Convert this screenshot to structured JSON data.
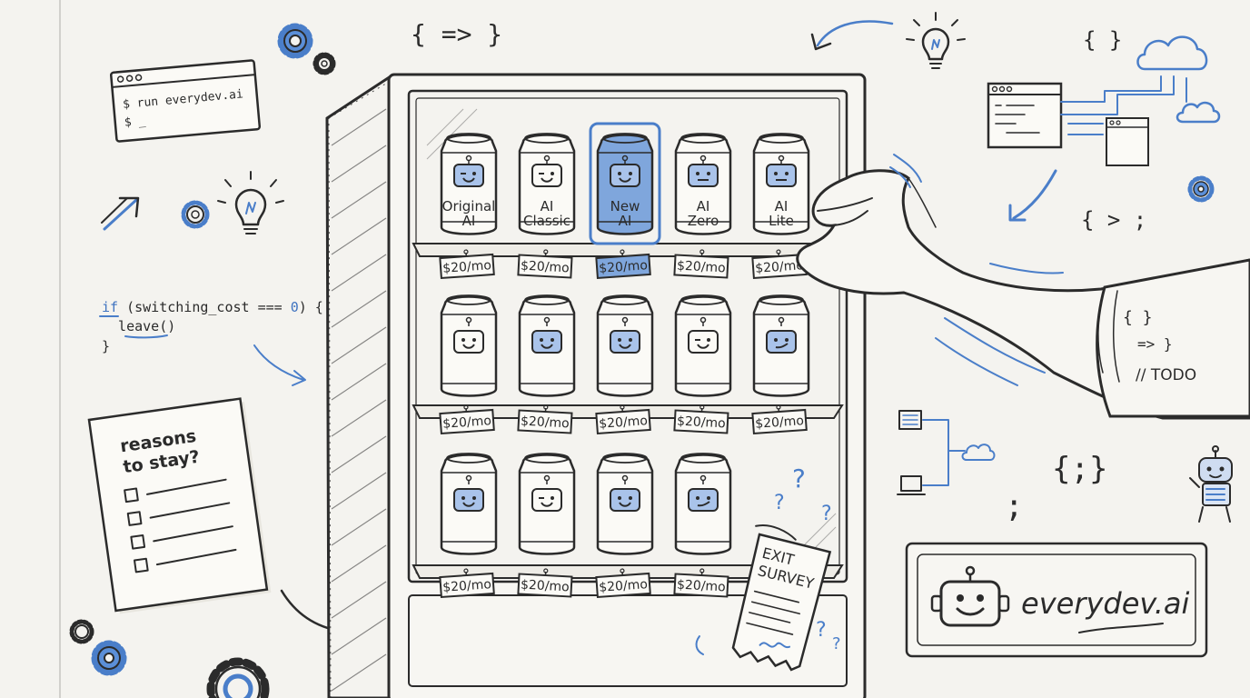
{
  "terminal": {
    "line1": "$ run everydev.ai",
    "line2": "$ _"
  },
  "snippet": {
    "line1_kw": "if",
    "line1_rest": " (switching_cost === ",
    "line1_num": "0",
    "line1_end": ") {",
    "line2": "  leave()",
    "line3": "}"
  },
  "notepad": {
    "title_line1": "reasons",
    "title_line2": "to stay?"
  },
  "top_symbols": {
    "arrow_braces": "{ => }",
    "empty_braces": "{ }",
    "brace_semicolon": "{ > ;"
  },
  "shelf_top": {
    "cans": [
      {
        "label1": "Original",
        "label2": "AI",
        "highlight": false
      },
      {
        "label1": "AI",
        "label2": "Classic",
        "highlight": false
      },
      {
        "label1": "New",
        "label2": "AI",
        "highlight": true
      },
      {
        "label1": "AI",
        "label2": "Zero",
        "highlight": false
      },
      {
        "label1": "AI",
        "label2": "Lite",
        "highlight": false
      }
    ]
  },
  "price_tag": "$20/mo",
  "sleeve": {
    "l1": "{ }",
    "l2": "=> }",
    "l3": "// TODO"
  },
  "right_symbols": {
    "semi_braces": "{;}",
    "semicolon": ";"
  },
  "receipt": {
    "line1": "EXIT",
    "line2": "SURVEY"
  },
  "brand": {
    "name": "everydev.ai"
  },
  "colors": {
    "accent": "#4a7ec9",
    "paper": "#f4f3ef",
    "ink": "#2b2b2b"
  }
}
